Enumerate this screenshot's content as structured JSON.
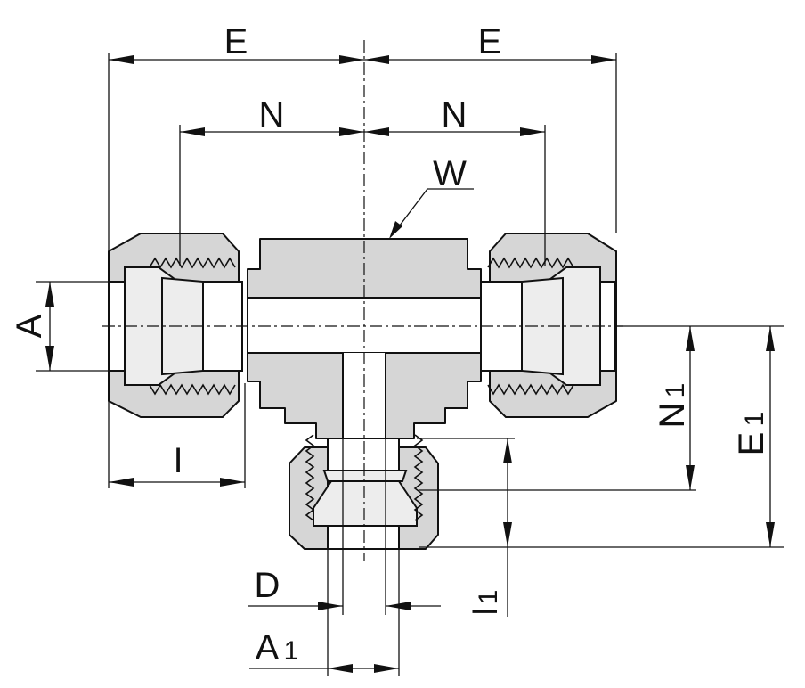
{
  "labels": {
    "E_left": "E",
    "E_right": "E",
    "N_left": "N",
    "N_right": "N",
    "W": "W",
    "A": "A",
    "I": "I",
    "N1_main": "N",
    "N1_sub": "1",
    "E1_main": "E",
    "E1_sub": "1",
    "D": "D",
    "A1_main": "A",
    "A1_sub": "1",
    "I1_main": "I",
    "I1_sub": "1"
  }
}
